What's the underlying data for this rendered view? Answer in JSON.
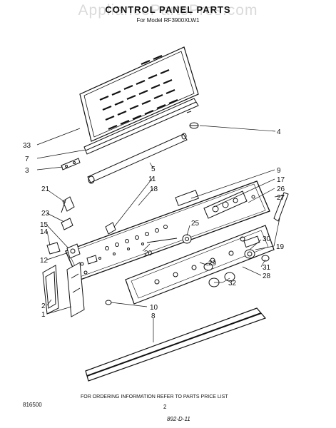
{
  "header": {
    "title": "CONTROL PANEL PARTS",
    "model": "For Model RF3900XLW1",
    "watermark": "AppliancePartsPros.com"
  },
  "callouts": {
    "c33": "33",
    "c7": "7",
    "c3": "3",
    "c21": "21",
    "c23": "23",
    "c15": "15",
    "c14": "14",
    "c12": "12",
    "c2": "2",
    "c1": "1",
    "c4": "4",
    "c5": "5",
    "c11": "11",
    "c18": "18",
    "c9": "9",
    "c17": "17",
    "c26": "26",
    "c27": "27",
    "c25": "25",
    "c20": "20",
    "c30": "30",
    "c19": "19",
    "c29": "29",
    "c31": "31",
    "c28": "28",
    "c32": "32",
    "c10": "10",
    "c8": "8"
  },
  "footer": {
    "note": "FOR ORDERING INFORMATION REFER TO PARTS PRICE LIST",
    "doc_number": "816500",
    "page_number": "2",
    "handwritten": "892-D-11"
  }
}
